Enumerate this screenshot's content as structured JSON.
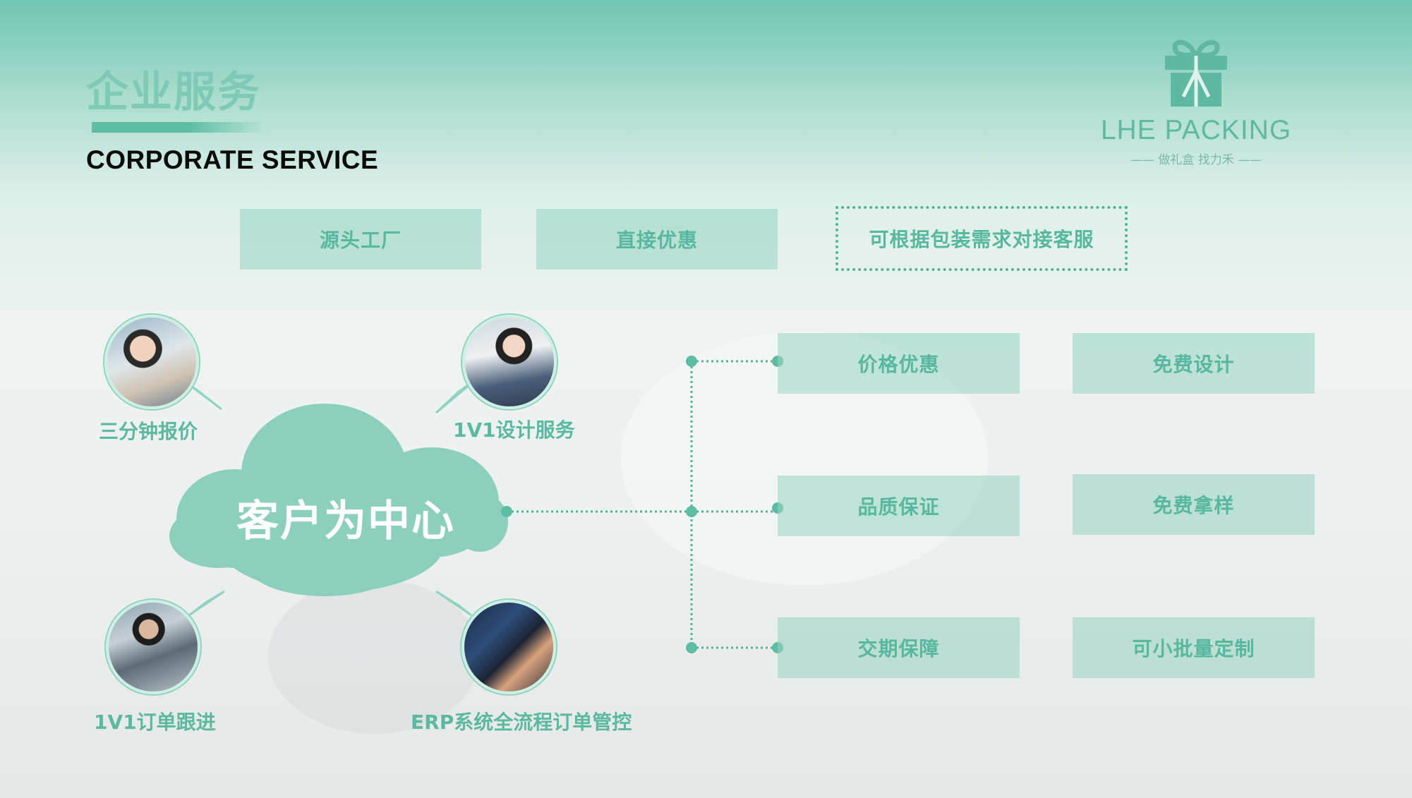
{
  "header": {
    "title_cn": "企业服务",
    "title_en": "CORPORATE SERVICE"
  },
  "logo": {
    "name": "LHE PACKING",
    "slogan": "—— 做礼盒 找力禾 ——"
  },
  "top_boxes": [
    "源头工厂",
    "直接优惠",
    "可根据包装需求对接客服"
  ],
  "center": {
    "label": "客户为中心"
  },
  "avatars": [
    {
      "label": "三分钟报价",
      "icon": "customer-service-agent-photo"
    },
    {
      "label": "1V1设计服务",
      "icon": "designer-photo"
    },
    {
      "label": "1V1订单跟进",
      "icon": "factory-worker-photo"
    },
    {
      "label": "ERP系统全流程订单管控",
      "icon": "computer-keyboard-photo"
    }
  ],
  "benefits": {
    "left": [
      "价格优惠",
      "品质保证",
      "交期保障"
    ],
    "right": [
      "免费设计",
      "免费拿样",
      "可小批量定制"
    ]
  },
  "colors": {
    "accent": "#5dbca4",
    "cloud": "#8ccfbd",
    "box_fill": "#a8dccd",
    "label_text": "#5bb9a1"
  }
}
